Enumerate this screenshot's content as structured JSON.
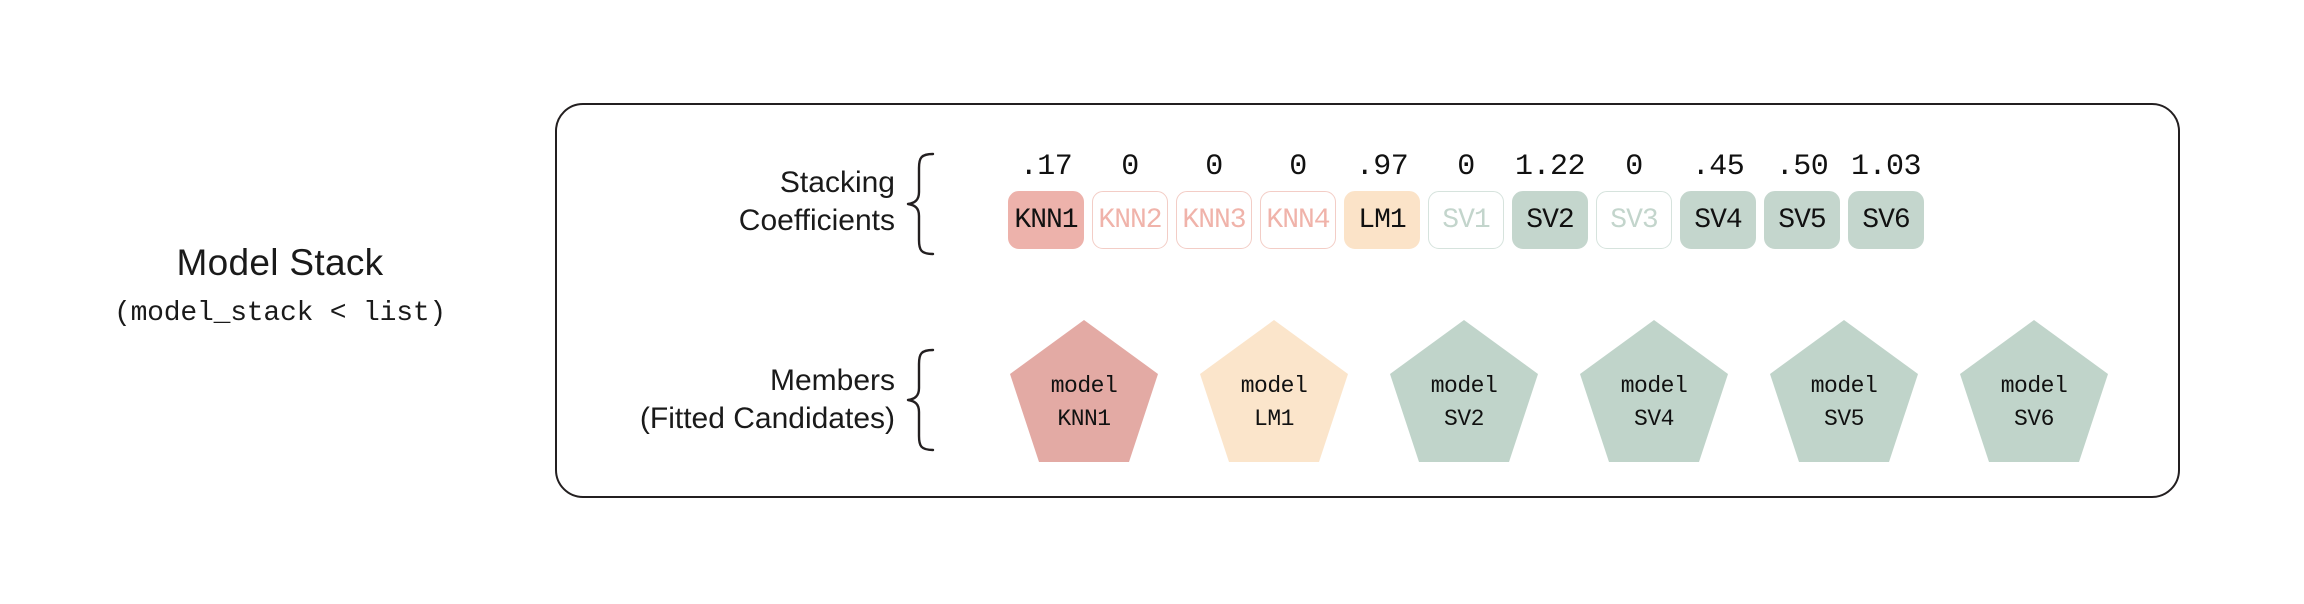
{
  "caption": {
    "title": "Model Stack",
    "subtitle": "(model_stack < list)"
  },
  "rows": {
    "coefficients": {
      "label_line1": "Stacking",
      "label_line2": "Coefficients",
      "brace_icon": "curly-brace-icon"
    },
    "members": {
      "label_line1": "Members",
      "label_line2": "(Fitted Candidates)",
      "brace_icon": "curly-brace-icon"
    }
  },
  "colors": {
    "active_red": "#edb2ab",
    "active_peach": "#fbe3c8",
    "active_green": "#c4d6cd",
    "muted_red_border": "#f3cdc6",
    "muted_red_text": "#f0b3aa",
    "muted_green_border": "#d6e3dd",
    "muted_green_text": "#c3d5cc",
    "outline": "#231f20"
  },
  "coefficients": [
    {
      "name": "KNN1",
      "value": ".17",
      "style": "active-red"
    },
    {
      "name": "KNN2",
      "value": "0",
      "style": "muted-red"
    },
    {
      "name": "KNN3",
      "value": "0",
      "style": "muted-red"
    },
    {
      "name": "KNN4",
      "value": "0",
      "style": "muted-red"
    },
    {
      "name": "LM1",
      "value": ".97",
      "style": "active-peach"
    },
    {
      "name": "SV1",
      "value": "0",
      "style": "muted-green"
    },
    {
      "name": "SV2",
      "value": "1.22",
      "style": "active-green"
    },
    {
      "name": "SV3",
      "value": "0",
      "style": "muted-green"
    },
    {
      "name": "SV4",
      "value": ".45",
      "style": "active-green"
    },
    {
      "name": "SV5",
      "value": ".50",
      "style": "active-green"
    },
    {
      "name": "SV6",
      "value": "1.03",
      "style": "active-green"
    }
  ],
  "members": [
    {
      "prefix": "model",
      "name": "KNN1",
      "fill": "#e3aaa4"
    },
    {
      "prefix": "model",
      "name": "LM1",
      "fill": "#fbe5cb"
    },
    {
      "prefix": "model",
      "name": "SV2",
      "fill": "#c0d4ca"
    },
    {
      "prefix": "model",
      "name": "SV4",
      "fill": "#c0d4ca"
    },
    {
      "prefix": "model",
      "name": "SV5",
      "fill": "#c0d4ca"
    },
    {
      "prefix": "model",
      "name": "SV6",
      "fill": "#c0d4ca"
    }
  ]
}
